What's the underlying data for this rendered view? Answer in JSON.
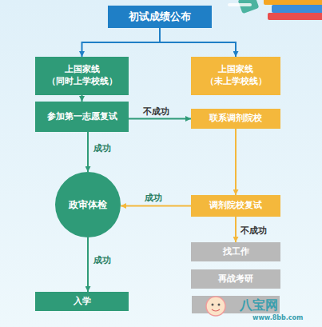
{
  "diagram": {
    "nodes": [
      {
        "text": [
          "初试成绩公布"
        ]
      },
      {
        "text": [
          "上国家线 （同时上学校线）"
        ]
      },
      {
        "text": [
          "上国家线 （未上学校线）"
        ]
      },
      {
        "text": [
          "参加第一志愿复试"
        ]
      },
      {
        "text": [
          "联系调剂院校"
        ]
      },
      {
        "text": [
          "政审体检"
        ]
      },
      {
        "text": [
          "调剂院校复试"
        ]
      },
      {
        "text": [
          "找工作"
        ]
      },
      {
        "text": [
          "再战考研"
        ]
      },
      {
        "text": [
          "入学"
        ]
      }
    ],
    "edges": [
      {
        "from": 0,
        "to": 1,
        "arrow": "to"
      },
      {
        "from": 0,
        "to": 2,
        "arrow": "to"
      },
      {
        "from": 1,
        "to": 3,
        "arrow": "to"
      },
      {
        "from": 3,
        "to": 4,
        "arrow": "to",
        "label": "不成功"
      },
      {
        "from": 3,
        "to": 5,
        "arrow": "to",
        "label": "成功"
      },
      {
        "from": 4,
        "to": 6,
        "arrow": "to"
      },
      {
        "from": 6,
        "to": 5,
        "arrow": "to",
        "label": "成功"
      },
      {
        "from": 6,
        "to": 7,
        "arrow": "to",
        "label": "不成功"
      },
      {
        "from": 5,
        "to": 9,
        "arrow": "to",
        "label": "成功"
      }
    ],
    "labels": [
      "八宝网",
      "www.8bb.com"
    ]
  }
}
